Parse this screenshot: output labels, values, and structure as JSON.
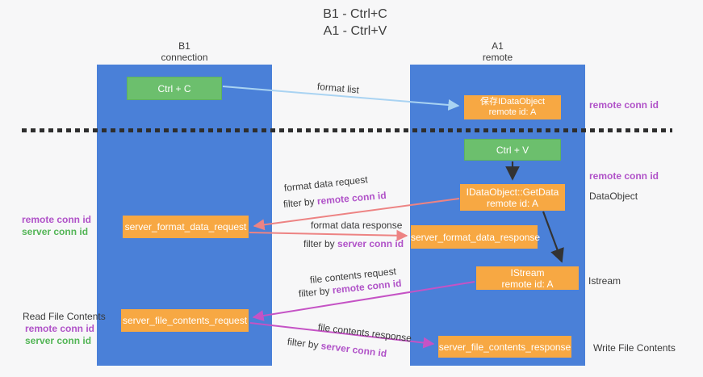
{
  "title": {
    "line1": "B1 - Ctrl+C",
    "line2": "A1 - Ctrl+V"
  },
  "lifelines": {
    "left": {
      "name": "B1",
      "role": "connection"
    },
    "right": {
      "name": "A1",
      "role": "remote"
    }
  },
  "boxes": {
    "ctrl_c": {
      "label": "Ctrl + C"
    },
    "save_dataobject": {
      "line1": "保存IDataObject",
      "line2": "remote id: A"
    },
    "ctrl_v": {
      "label": "Ctrl + V"
    },
    "getdata": {
      "line1": "IDataObject::GetData",
      "line2": "remote id: A"
    },
    "format_request": {
      "label": "server_format_data_request"
    },
    "format_response": {
      "label": "server_format_data_response"
    },
    "istream": {
      "line1": "IStream",
      "line2": "remote id: A"
    },
    "file_request": {
      "label": "server_file_contents_request"
    },
    "file_response": {
      "label": "server_file_contents_response"
    }
  },
  "arrow_labels": {
    "format_list": "format list",
    "format_request": {
      "title": "format data request",
      "filter_prefix": "filter by ",
      "filter_key": "remote conn id"
    },
    "format_response": {
      "title": "format data response",
      "filter_prefix": "filter by ",
      "filter_key": "server conn id"
    },
    "file_request": {
      "title": "file contents request",
      "filter_prefix": "filter by ",
      "filter_key": "remote conn id"
    },
    "file_response": {
      "title": "file contents response",
      "filter_prefix": "filter by ",
      "filter_key": "server conn id"
    }
  },
  "side_labels": {
    "remote_conn_top": "remote conn id",
    "remote_conn_mid": "remote conn id",
    "dataobject": "DataObject",
    "istream": "Istream",
    "write_file_contents": "Write File Contents",
    "read_file_contents": "Read File Contents",
    "format_group": {
      "remote": "remote conn id",
      "server": "server conn id"
    },
    "file_group": {
      "remote": "remote conn id",
      "server": "server conn id"
    }
  },
  "colors": {
    "lifeline_blue": "#4a80d8",
    "box_orange": "#f7a843",
    "box_green": "#6cbf6d",
    "arrow_salmon": "#ed8383",
    "arrow_magenta": "#c553c5",
    "arrow_light_blue": "#a9d3f2",
    "arrow_black": "#333333",
    "label_purple": "#b052c8",
    "label_green": "#53b556"
  }
}
